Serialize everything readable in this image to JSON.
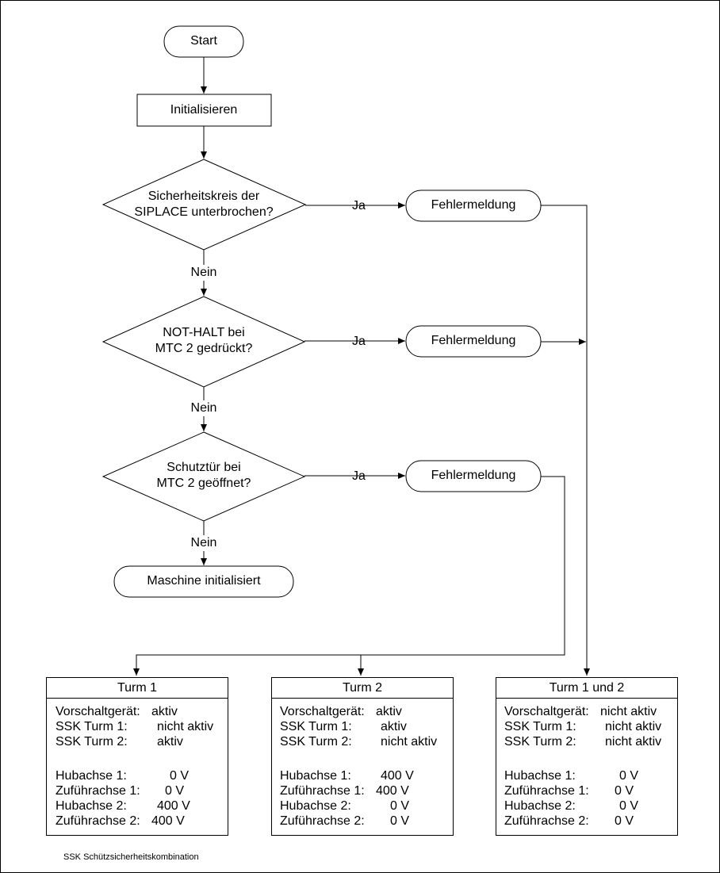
{
  "start": "Start",
  "init": "Initialisieren",
  "decisions": [
    {
      "line1": "Sicherheitskreis der",
      "line2": "SIPLACE unterbrochen?",
      "yes": "Ja",
      "no": "Nein",
      "error": "Fehlermeldung"
    },
    {
      "line1": "NOT-HALT bei",
      "line2": "MTC 2 gedrückt?",
      "yes": "Ja",
      "no": "Nein",
      "error": "Fehlermeldung"
    },
    {
      "line1": "Schutztür bei",
      "line2": "MTC 2 geöffnet?",
      "yes": "Ja",
      "no": "Nein",
      "error": "Fehlermeldung"
    }
  ],
  "end": "Maschine initialisiert",
  "states": [
    {
      "title": "Turm 1",
      "rows": [
        [
          "Vorschaltgerät:",
          "aktiv"
        ],
        [
          "SSK Turm 1:",
          "nicht aktiv"
        ],
        [
          "SSK Turm 2:",
          "aktiv"
        ],
        [
          "Hubachse 1:",
          "0 V"
        ],
        [
          "Zuführachse 1:",
          "0 V"
        ],
        [
          "Hubachse 2:",
          "400 V"
        ],
        [
          "Zuführachse 2:",
          "400 V"
        ]
      ]
    },
    {
      "title": "Turm 2",
      "rows": [
        [
          "Vorschaltgerät:",
          "aktiv"
        ],
        [
          "SSK Turm 1:",
          "aktiv"
        ],
        [
          "SSK Turm 2:",
          "nicht aktiv"
        ],
        [
          "Hubachse 1:",
          "400 V"
        ],
        [
          "Zuführachse 1:",
          "400 V"
        ],
        [
          "Hubachse 2:",
          "0 V"
        ],
        [
          "Zuführachse 2:",
          "0 V"
        ]
      ]
    },
    {
      "title": "Turm 1 und 2",
      "rows": [
        [
          "Vorschaltgerät:",
          "nicht aktiv"
        ],
        [
          "SSK Turm 1:",
          "nicht aktiv"
        ],
        [
          "SSK Turm 2:",
          "nicht aktiv"
        ],
        [
          "Hubachse 1:",
          "0 V"
        ],
        [
          "Zuführachse 1:",
          "0 V"
        ],
        [
          "Hubachse 2:",
          "0 V"
        ],
        [
          "Zuführachse 2:",
          "0 V"
        ]
      ]
    }
  ],
  "footnote": "SSK  Schützsicherheitskombination"
}
